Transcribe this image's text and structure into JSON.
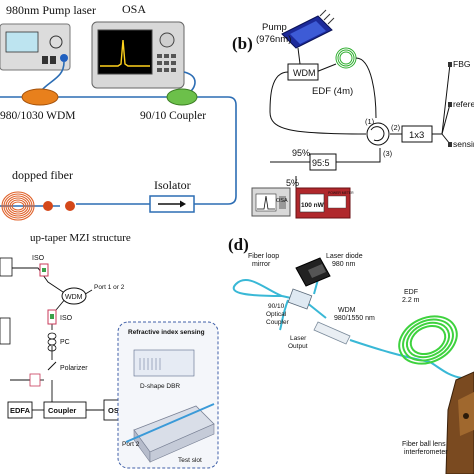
{
  "panel_a": {
    "pump_laser_label": "980nm Pump laser",
    "osa_label": "OSA",
    "wdm_label": "980/1030 WDM",
    "coupler_label": "90/10 Coupler",
    "fiber_label": "dopped fiber",
    "isolator_label": "Isolator"
  },
  "panel_b": {
    "panel_letter": "(b)",
    "pump_label_1": "Pump",
    "pump_label_2": "(976nm)",
    "wdm_label": "WDM",
    "edf_label": "EDF (4m)",
    "circ_port_1": "(1)",
    "circ_port_2": "(2)",
    "circ_port_3": "(3)",
    "splitter_label": "1x3",
    "coupler_95_label": "95%",
    "coupler_ratio_label": "95:5",
    "coupler_5_label": "5%",
    "osa_label": "OSA",
    "power_value": "100 nW",
    "power_meter_label": "POWER METER",
    "out_fbg": "FBG",
    "out_reference": "reference",
    "out_sensing": "sensing"
  },
  "panel_c": {
    "title": "up-taper MZI structure",
    "iso_top": "ISO",
    "wdm_label": "WDM",
    "port_label": "Port 1 or 2",
    "iso_bottom": "ISO",
    "pc_label": "PC",
    "polarizer_label": "Polarizer",
    "edfa_label": "EDFA",
    "coupler_label": "Coupler",
    "osa_label": "OSA",
    "inset_title": "Refractive index sensing",
    "inset_dbr": "D-shape DBR",
    "inset_port": "Port 2",
    "inset_slot": "Test slot"
  },
  "panel_d": {
    "panel_letter": "(d)",
    "fiber_loop_1": "Fiber loop",
    "fiber_loop_2": "mirror",
    "laser_diode_1": "Laser diode",
    "laser_diode_2": "980 nm",
    "coupler_1": "90/10",
    "coupler_2": "Optical",
    "coupler_3": "Coupler",
    "laser_output_1": "Laser",
    "laser_output_2": "Output",
    "wdm_1": "WDM",
    "wdm_2": "980/1550 nm",
    "edf_1": "EDF",
    "edf_2": "2.2 m",
    "fbl_1": "Fiber ball lens",
    "fbl_2": "interferometer"
  },
  "colors": {
    "fiber_blue": "#2c6db4",
    "orange": "#e8801c",
    "green": "#6cc04a",
    "cyan_fiber": "#39b8d6",
    "edf_green": "#3ed23e",
    "panel_red": "#b0282c"
  }
}
